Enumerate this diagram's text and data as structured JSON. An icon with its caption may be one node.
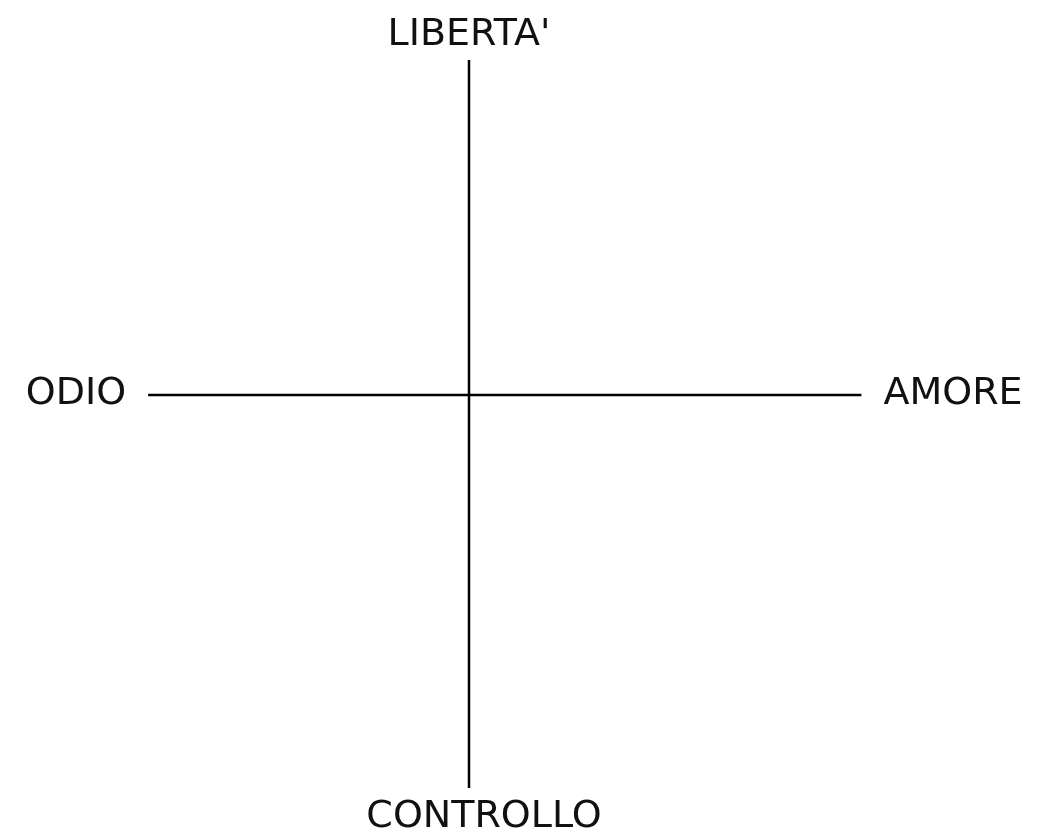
{
  "diagram": {
    "nodes": [
      {
        "text": [
          "LIBERTA'"
        ]
      },
      {
        "text": [
          "ODIO"
        ]
      },
      {
        "text": [
          "AMORE"
        ]
      },
      {
        "text": [
          "CONTROLLO"
        ]
      }
    ],
    "edges": [
      {
        "from": 0,
        "to": 3,
        "arrow": "none"
      },
      {
        "from": 1,
        "to": 2,
        "arrow": "none"
      }
    ]
  }
}
